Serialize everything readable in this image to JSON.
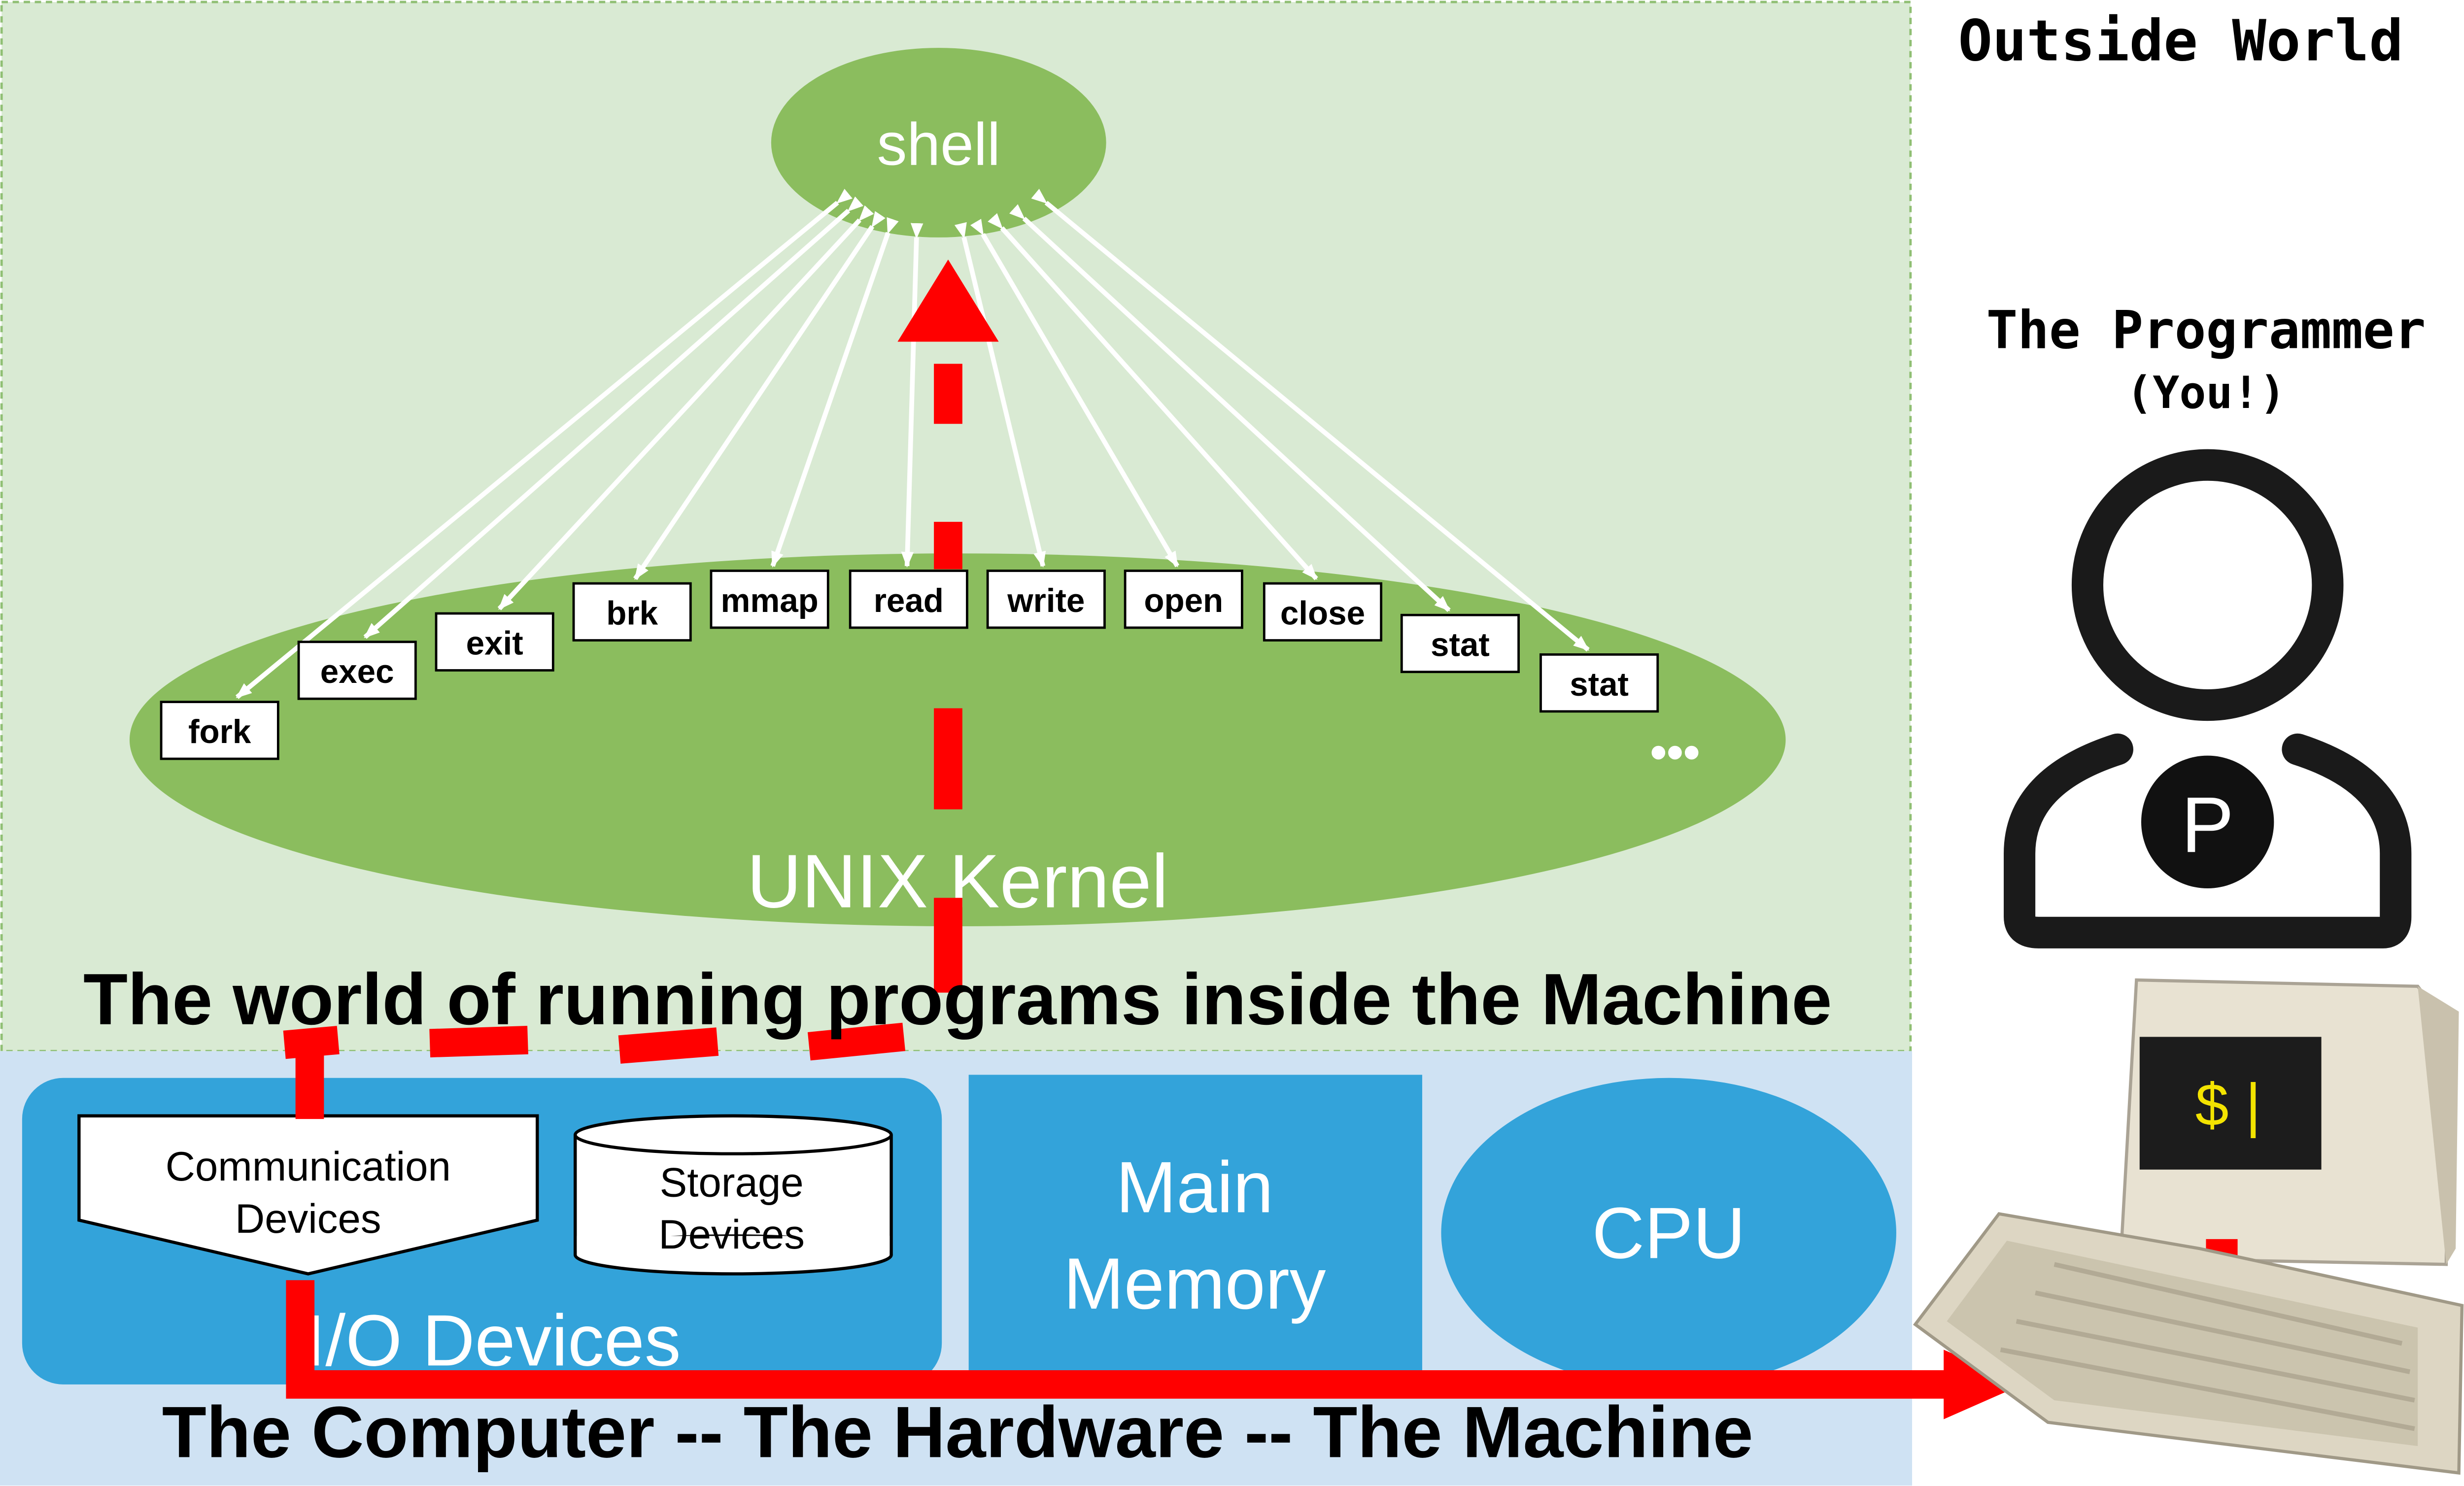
{
  "outside": {
    "title": "Outside World",
    "programmer_line1": "The Programmer",
    "programmer_line2": "(You!)",
    "avatar_letter": "P",
    "screen_prompt": "$ |"
  },
  "software": {
    "caption": "The world of running programs inside the Machine",
    "shell_label": "shell",
    "kernel_label": "UNIX Kernel",
    "syscalls": [
      "fork",
      "exec",
      "exit",
      "brk",
      "mmap",
      "read",
      "write",
      "open",
      "close",
      "stat",
      "stat"
    ],
    "ellipsis": "•••"
  },
  "hardware": {
    "caption": "The Computer -- The Hardware -- The Machine",
    "io_label": "I/O Devices",
    "comm_line1": "Communication",
    "comm_line2": "Devices",
    "storage_line1": "Storage",
    "storage_line2": "Devices",
    "memory_line1": "Main",
    "memory_line2": "Memory",
    "cpu_label": "CPU"
  },
  "colors": {
    "software_bg": "#d9ead3",
    "kernel_green": "#8bbd5e",
    "hardware_bg": "#cfe2f3",
    "device_blue": "#33a3da",
    "path_red": "#ff0000"
  }
}
